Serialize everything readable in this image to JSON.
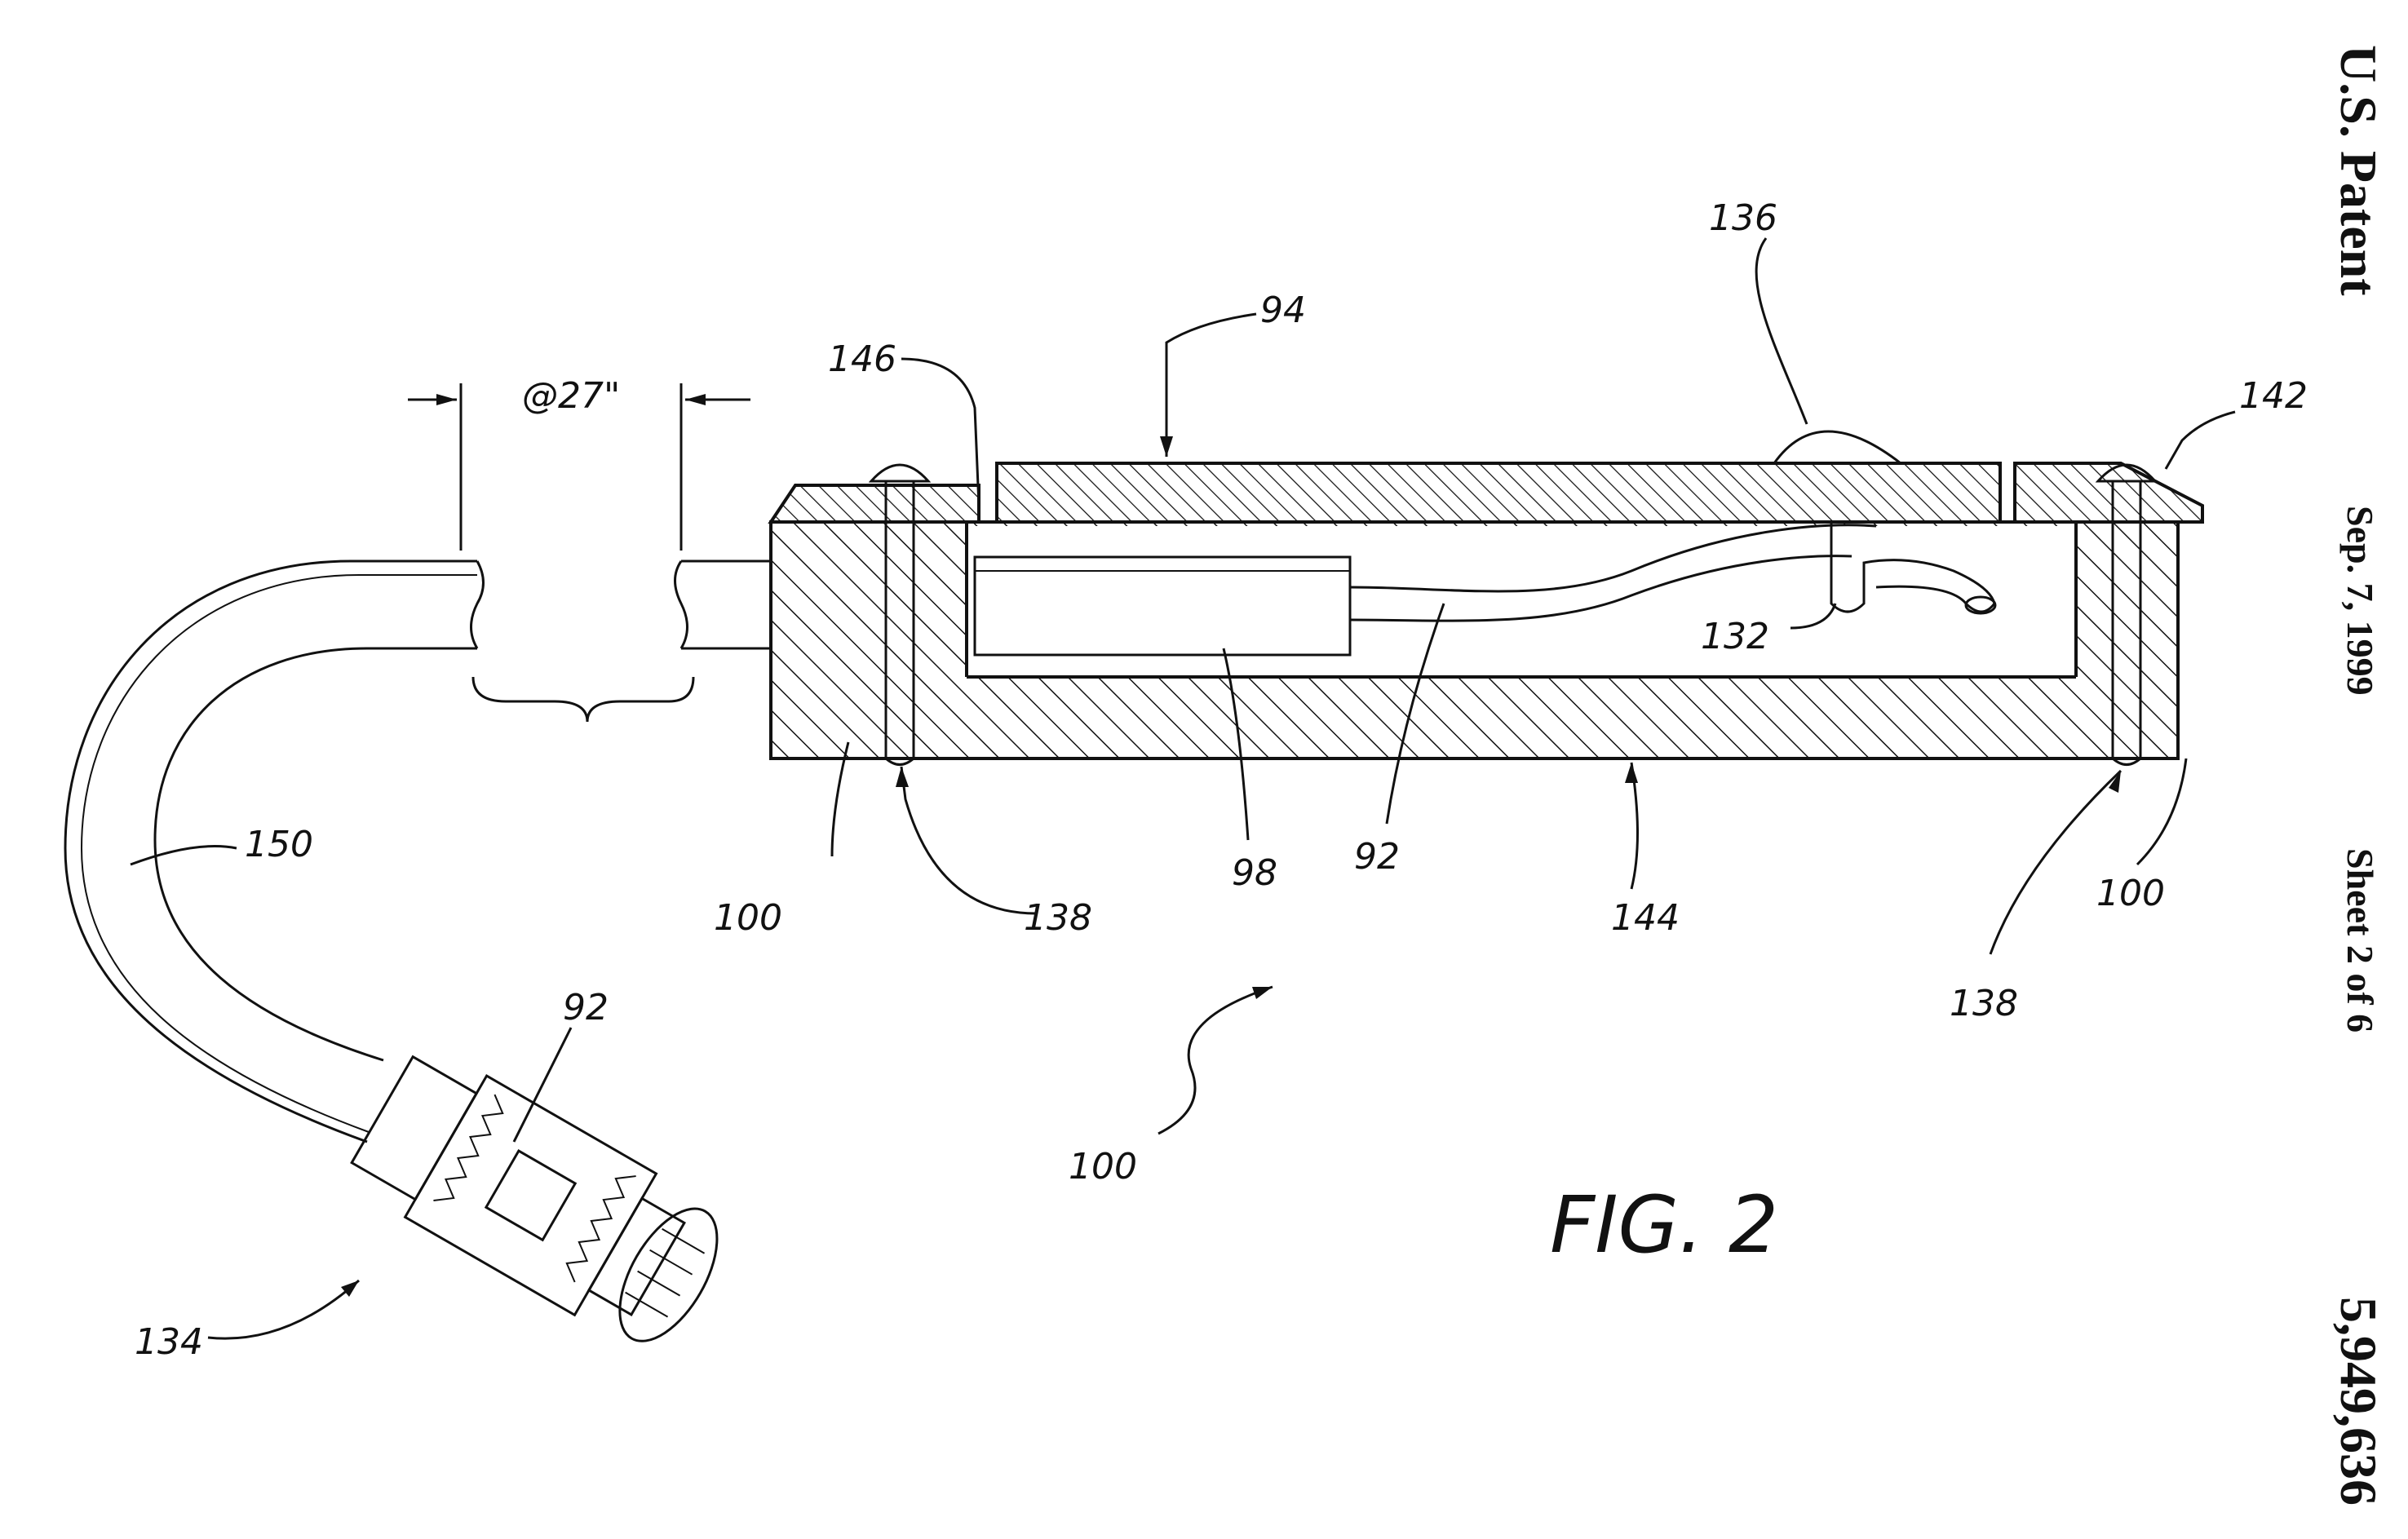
{
  "header": {
    "title": "U.S. Patent",
    "date": "Sep. 7, 1999",
    "sheet": "Sheet 2 of 6",
    "patent_number": "5,949,636"
  },
  "figure": {
    "caption": "FIG. 2",
    "dimension": "@27\"",
    "ref_labels": {
      "r136": "136",
      "r94": "94",
      "r146": "146",
      "r142": "142",
      "r132": "132",
      "r150": "150",
      "r100_left": "100",
      "r138_left": "138",
      "r98": "98",
      "r92_wire": "92",
      "r144": "144",
      "r100_right": "100",
      "r138_right": "138",
      "r92_connector": "92",
      "r100_assembly": "100",
      "r134": "134"
    }
  },
  "colors": {
    "ink": "#111111",
    "paper": "#ffffff"
  }
}
